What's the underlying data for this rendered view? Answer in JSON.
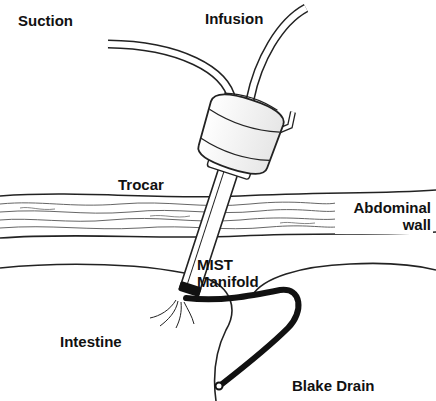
{
  "diagram": {
    "labels": [
      "Suction",
      "Infusion",
      "Trocar",
      "Abdominal wall",
      "MIST Manifold",
      "Intestine",
      "Blake Drain"
    ]
  }
}
